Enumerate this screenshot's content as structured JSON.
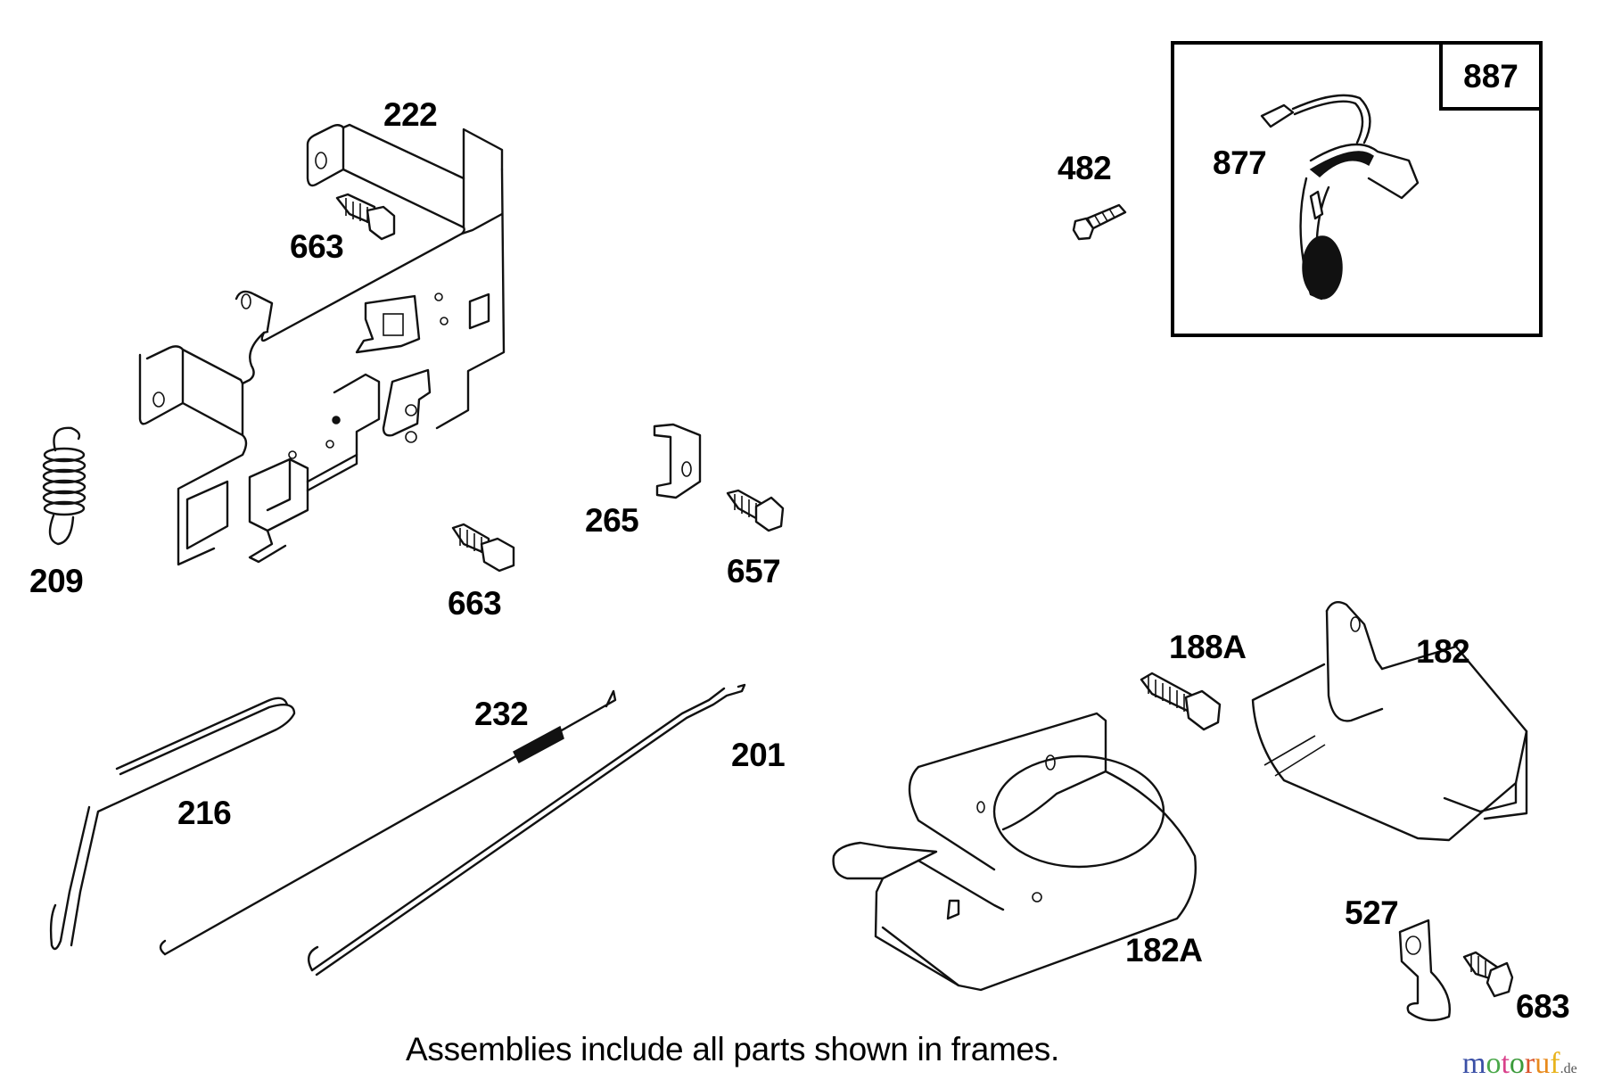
{
  "diagram": {
    "type": "exploded parts diagram",
    "parts": [
      {
        "id": "222",
        "name": "control-bracket"
      },
      {
        "id": "663",
        "name": "screw-upper"
      },
      {
        "id": "663",
        "name": "screw-lower"
      },
      {
        "id": "209",
        "name": "extension-spring"
      },
      {
        "id": "265",
        "name": "cable-clamp"
      },
      {
        "id": "657",
        "name": "screw"
      },
      {
        "id": "482",
        "name": "screw"
      },
      {
        "id": "877",
        "name": "ground-wire"
      },
      {
        "id": "887",
        "name": "assembly-frame"
      },
      {
        "id": "216",
        "name": "link-rod"
      },
      {
        "id": "232",
        "name": "governor-spring-link"
      },
      {
        "id": "201",
        "name": "governor-link"
      },
      {
        "id": "188A",
        "name": "screw"
      },
      {
        "id": "182",
        "name": "air-guide"
      },
      {
        "id": "182A",
        "name": "air-guide"
      },
      {
        "id": "527",
        "name": "clip"
      },
      {
        "id": "683",
        "name": "screw"
      }
    ],
    "frame_label": "887",
    "caption": "Assemblies include all parts shown in frames."
  },
  "labels": {
    "l222": "222",
    "l663a": "663",
    "l663b": "663",
    "l209": "209",
    "l265": "265",
    "l657": "657",
    "l482": "482",
    "l877": "877",
    "l887": "887",
    "l216": "216",
    "l232": "232",
    "l201": "201",
    "l188A": "188A",
    "l182": "182",
    "l182A": "182A",
    "l527": "527",
    "l683": "683"
  },
  "watermark": {
    "letters": [
      {
        "ch": "m",
        "color": "#3a4fa6"
      },
      {
        "ch": "o",
        "color": "#4aa84a"
      },
      {
        "ch": "t",
        "color": "#d9418b"
      },
      {
        "ch": "o",
        "color": "#3a9a3a"
      },
      {
        "ch": "r",
        "color": "#d9532b"
      },
      {
        "ch": "u",
        "color": "#e88a1c"
      },
      {
        "ch": "f",
        "color": "#e8b31c"
      }
    ],
    "suffix": ".de"
  }
}
